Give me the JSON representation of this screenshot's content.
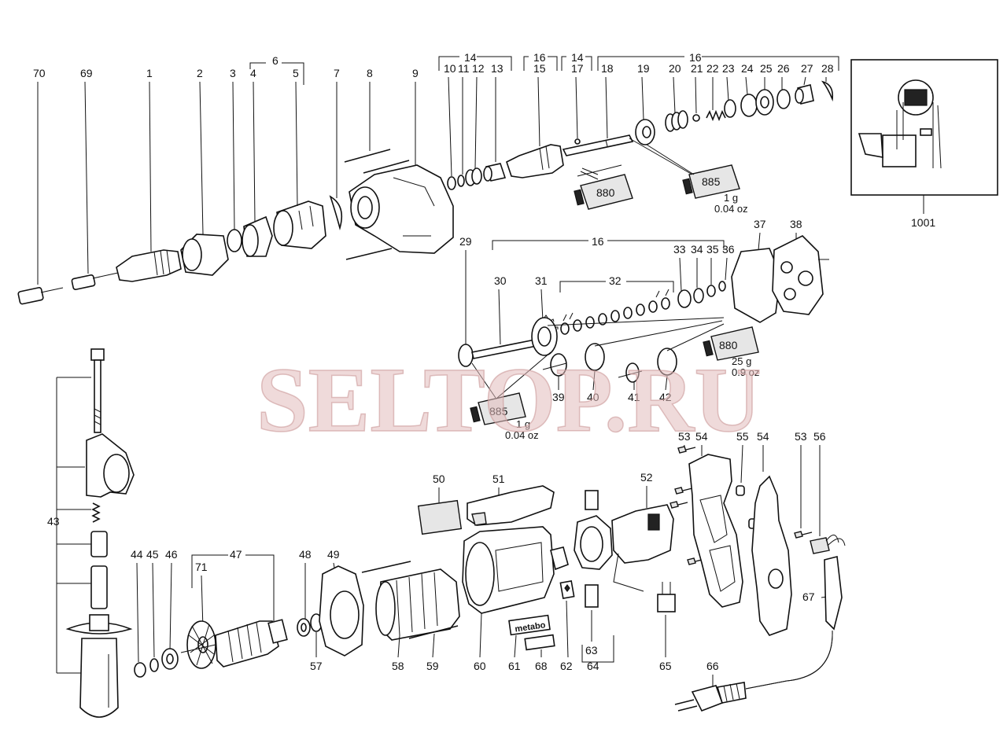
{
  "diagram": {
    "watermark": "SELTOP.RU",
    "labels": {
      "p70": "70",
      "p69": "69",
      "p1": "1",
      "p2": "2",
      "p3": "3",
      "p6": "6",
      "p4": "4",
      "p5": "5",
      "p7": "7",
      "p8": "8",
      "p9": "9",
      "p14a": "14",
      "p10": "10",
      "p11": "11",
      "p12": "12",
      "p13": "13",
      "p16a": "16",
      "p15": "15",
      "p14b": "14",
      "p17": "17",
      "p16b": "16",
      "p18": "18",
      "p19": "19",
      "p20": "20",
      "p21": "21",
      "p22": "22",
      "p23": "23",
      "p24": "24",
      "p25": "25",
      "p26": "26",
      "p27": "27",
      "p28": "28",
      "p1001": "1001",
      "p16c": "16",
      "p29": "29",
      "p30": "30",
      "p31": "31",
      "p32": "32",
      "p33": "33",
      "p34": "34",
      "p35": "35",
      "p36": "36",
      "p37": "37",
      "p38": "38",
      "p39": "39",
      "p40": "40",
      "p41": "41",
      "p42": "42",
      "p43": "43",
      "p44": "44",
      "p45": "45",
      "p46": "46",
      "p47": "47",
      "p71": "71",
      "p48": "48",
      "p49": "49",
      "p57": "57",
      "p58": "58",
      "p59": "59",
      "p50": "50",
      "p51": "51",
      "p60": "60",
      "p61": "61",
      "p68": "68",
      "p62": "62",
      "p63": "63",
      "p64": "64",
      "p52": "52",
      "p65": "65",
      "p53a": "53",
      "p54a": "54",
      "p55": "55",
      "p54b": "54",
      "p53b": "53",
      "p56": "56",
      "p67": "67",
      "p66": "66"
    },
    "tubes": {
      "t880a": "880",
      "t885a": "885",
      "t880b": "880",
      "t885b": "885"
    },
    "quantities": {
      "q885a_g": "1 g",
      "q885a_oz": "0.04 oz",
      "q880b_g": "25 g",
      "q880b_oz": "0.9 oz",
      "q885b_g": "1 g",
      "q885b_oz": "0.04 oz"
    },
    "nameplate": "metabo",
    "colors": {
      "line": "#111111",
      "background": "#ffffff",
      "watermark": "#e2bcbc"
    }
  }
}
